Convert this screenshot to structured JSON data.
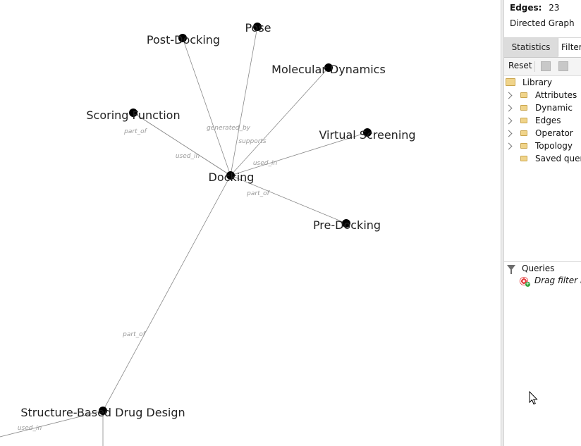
{
  "graph": {
    "nodes": [
      {
        "id": "docking",
        "label": "Docking"
      },
      {
        "id": "pose",
        "label": "Pose"
      },
      {
        "id": "post_docking",
        "label": "Post-Docking"
      },
      {
        "id": "molecular_dynamics",
        "label": "Molecular Dynamics"
      },
      {
        "id": "scoring_function",
        "label": "Scoring Function"
      },
      {
        "id": "virtual_screening",
        "label": "Virtual Screening"
      },
      {
        "id": "pre_docking",
        "label": "Pre-Docking"
      },
      {
        "id": "sbdd",
        "label": "Structure-Based Drug Design"
      }
    ],
    "edges": [
      {
        "from": "docking",
        "to": "post_docking",
        "label": ""
      },
      {
        "from": "docking",
        "to": "pose",
        "label": "generated_by"
      },
      {
        "from": "docking",
        "to": "molecular_dynamics",
        "label": "supports"
      },
      {
        "from": "scoring_function",
        "to": "docking",
        "label": "part_of"
      },
      {
        "from": "scoring_function",
        "to": "docking",
        "label": "used_in"
      },
      {
        "from": "docking",
        "to": "virtual_screening",
        "label": "used_in"
      },
      {
        "from": "pre_docking",
        "to": "docking",
        "label": "part_of"
      },
      {
        "from": "docking",
        "to": "sbdd",
        "label": "part_of"
      },
      {
        "from": "sbdd",
        "to": "offscreen_left",
        "label": "used_in"
      },
      {
        "from": "sbdd",
        "to": "offscreen_bottom",
        "label": ""
      }
    ]
  },
  "context": {
    "edges_label": "Edges:",
    "edges_value": "23",
    "graph_type": "Directed Graph"
  },
  "tabs": {
    "statistics": "Statistics",
    "filters": "Filters"
  },
  "toolbar": {
    "reset_label": "Reset"
  },
  "library": {
    "root": "Library",
    "items": [
      {
        "label": "Attributes",
        "expandable": true
      },
      {
        "label": "Dynamic",
        "expandable": true
      },
      {
        "label": "Edges",
        "expandable": true
      },
      {
        "label": "Operator",
        "expandable": true
      },
      {
        "label": "Topology",
        "expandable": true
      },
      {
        "label": "Saved queries",
        "expandable": false
      }
    ]
  },
  "queries": {
    "title": "Queries",
    "hint": "Drag filter here"
  }
}
